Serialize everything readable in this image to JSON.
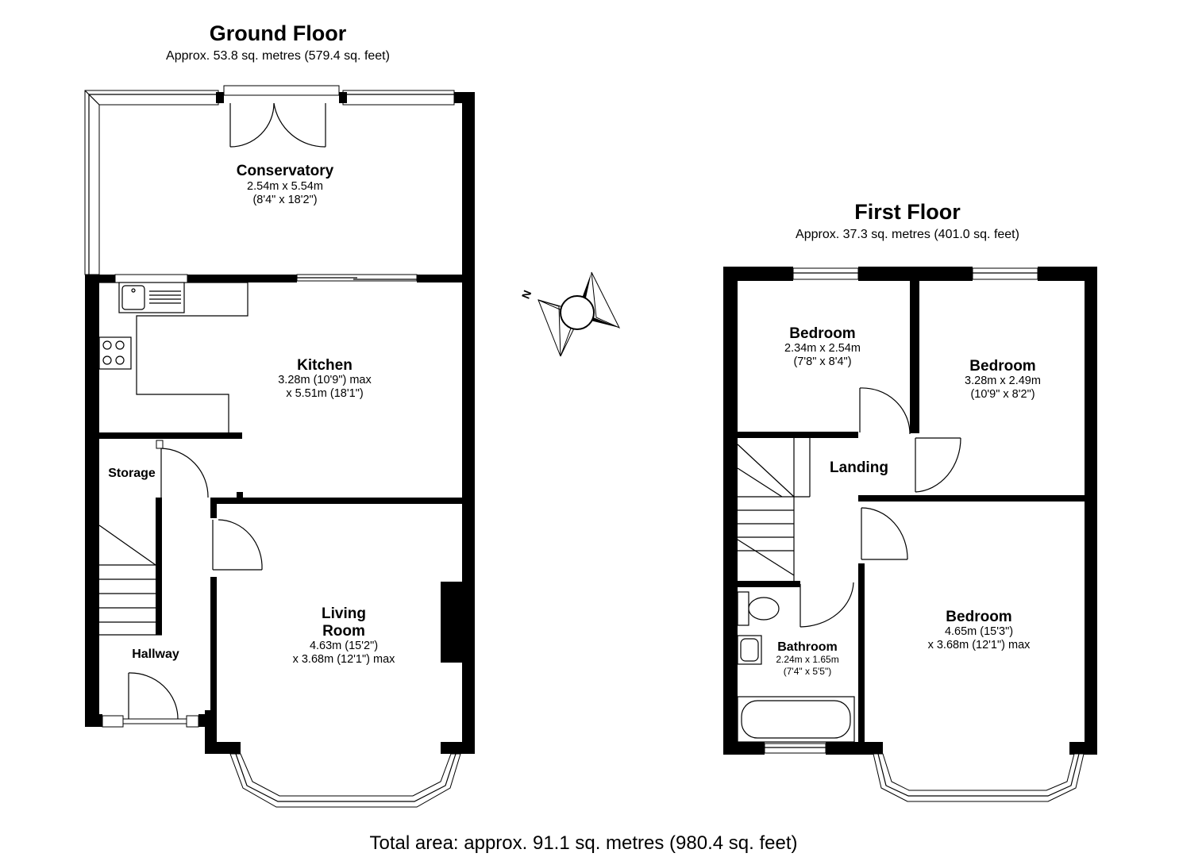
{
  "ground_floor": {
    "title": "Ground Floor",
    "area": "Approx. 53.8 sq. metres (579.4 sq. feet)",
    "rooms": {
      "conservatory": {
        "name": "Conservatory",
        "dim1": "2.54m x 5.54m",
        "dim2": "(8'4\" x 18'2\")"
      },
      "kitchen": {
        "name": "Kitchen",
        "dim1": "3.28m (10'9\") max",
        "dim2": "x 5.51m (18'1\")"
      },
      "storage": {
        "name": "Storage"
      },
      "hallway": {
        "name": "Hallway"
      },
      "living_room": {
        "name_line1": "Living",
        "name_line2": "Room",
        "dim1": "4.63m (15'2\")",
        "dim2": "x 3.68m (12'1\") max"
      }
    }
  },
  "first_floor": {
    "title": "First Floor",
    "area": "Approx. 37.3 sq. metres (401.0 sq. feet)",
    "rooms": {
      "bedroom_1": {
        "name": "Bedroom",
        "dim1": "2.34m x 2.54m",
        "dim2": "(7'8\" x 8'4\")"
      },
      "bedroom_2": {
        "name": "Bedroom",
        "dim1": "3.28m x 2.49m",
        "dim2": "(10'9\" x 8'2\")"
      },
      "landing": {
        "name": "Landing"
      },
      "bathroom": {
        "name": "Bathroom",
        "dim1": "2.24m x 1.65m",
        "dim2": "(7'4\" x 5'5\")"
      },
      "bedroom_3": {
        "name": "Bedroom",
        "dim1": "4.65m (15'3\")",
        "dim2": "x 3.68m (12'1\") max"
      }
    }
  },
  "compass": {
    "label": "N"
  },
  "total_area": "Total area: approx. 91.1 sq. metres (980.4 sq. feet)"
}
